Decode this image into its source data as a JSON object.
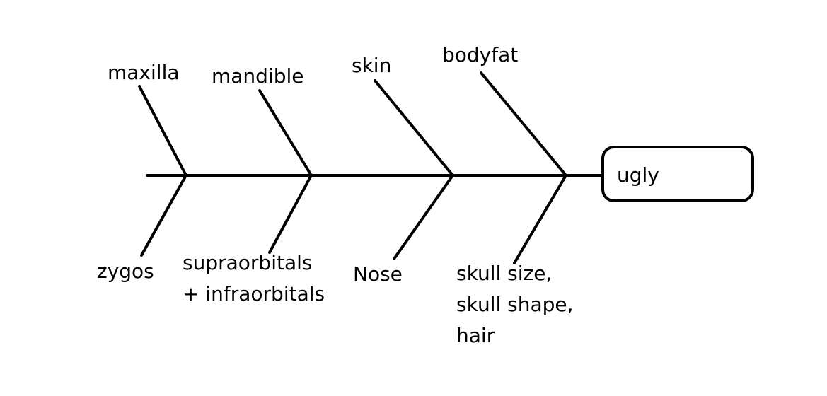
{
  "diagram": {
    "effect": "ugly",
    "causes_top": [
      {
        "label": "maxilla"
      },
      {
        "label": "mandible"
      },
      {
        "label": "skin"
      },
      {
        "label": "bodyfat"
      }
    ],
    "causes_bottom": [
      {
        "label": "zygos"
      },
      {
        "label": "supraorbitals\n+ infraorbitals"
      },
      {
        "label": "Nose"
      },
      {
        "label": "skull size,\nskull shape,\nhair"
      }
    ],
    "colors": {
      "line": "#000000",
      "background": "#ffffff"
    }
  }
}
